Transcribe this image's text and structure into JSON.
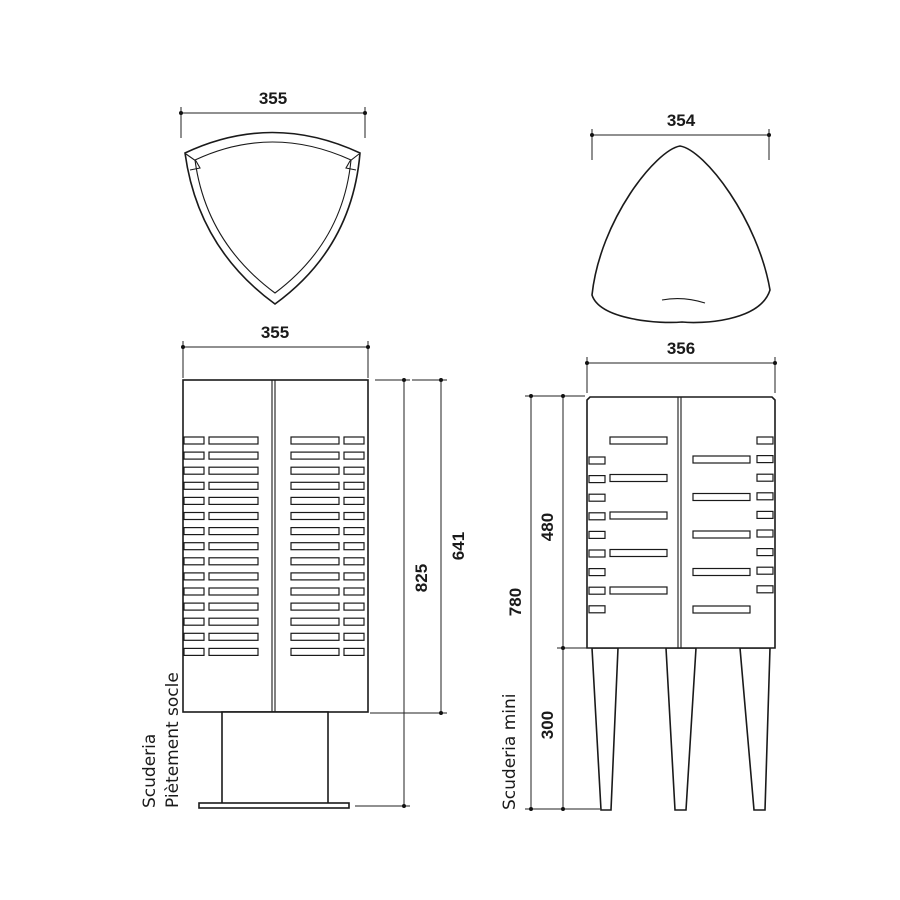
{
  "dimensions": {
    "top_left_width": "355",
    "top_right_width": "354",
    "front_left_width": "355",
    "front_right_width": "356",
    "left_total_height": "825",
    "left_body_height": "641",
    "right_total_height": "780",
    "right_body_height": "480",
    "right_leg_height": "300"
  },
  "captions": {
    "left_line1": "Scuderia",
    "left_line2": "Piètement socle",
    "right_line1": "Scuderia mini"
  }
}
